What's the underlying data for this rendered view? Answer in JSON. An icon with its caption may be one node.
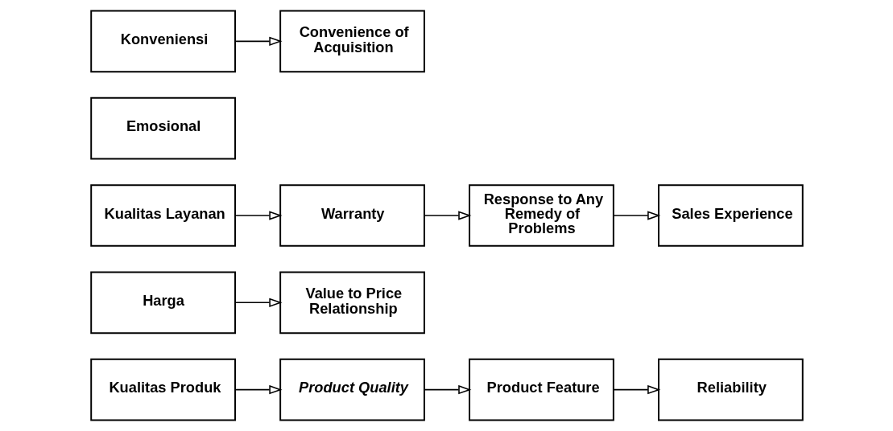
{
  "diagram": {
    "nodes": [
      {
        "text": [
          "Kualitas Produk"
        ]
      },
      {
        "text": [
          "Product Quality"
        ]
      },
      {
        "text": [
          "Product Feature"
        ]
      },
      {
        "text": [
          "Reliability"
        ]
      },
      {
        "text": [
          "Harga"
        ]
      },
      {
        "text": [
          "Value to Price Relationship"
        ]
      },
      {
        "text": [
          "Kualitas Layanan"
        ]
      },
      {
        "text": [
          "Warranty"
        ]
      },
      {
        "text": [
          "Response to Any Remedy of Problems"
        ]
      },
      {
        "text": [
          "Sales Experience"
        ]
      },
      {
        "text": [
          "Emosional"
        ]
      },
      {
        "text": [
          "Konveniensi"
        ]
      },
      {
        "text": [
          "Convenience of Acquisition"
        ]
      }
    ],
    "edges": [
      {
        "from": 0,
        "to": 1,
        "arrow": "to"
      },
      {
        "from": 1,
        "to": 2,
        "arrow": "to"
      },
      {
        "from": 2,
        "to": 3,
        "arrow": "to"
      },
      {
        "from": 4,
        "to": 5,
        "arrow": "to"
      },
      {
        "from": 6,
        "to": 7,
        "arrow": "to"
      },
      {
        "from": 7,
        "to": 8,
        "arrow": "to"
      },
      {
        "from": 8,
        "to": 9,
        "arrow": "to"
      },
      {
        "from": 11,
        "to": 12,
        "arrow": "to"
      }
    ]
  }
}
